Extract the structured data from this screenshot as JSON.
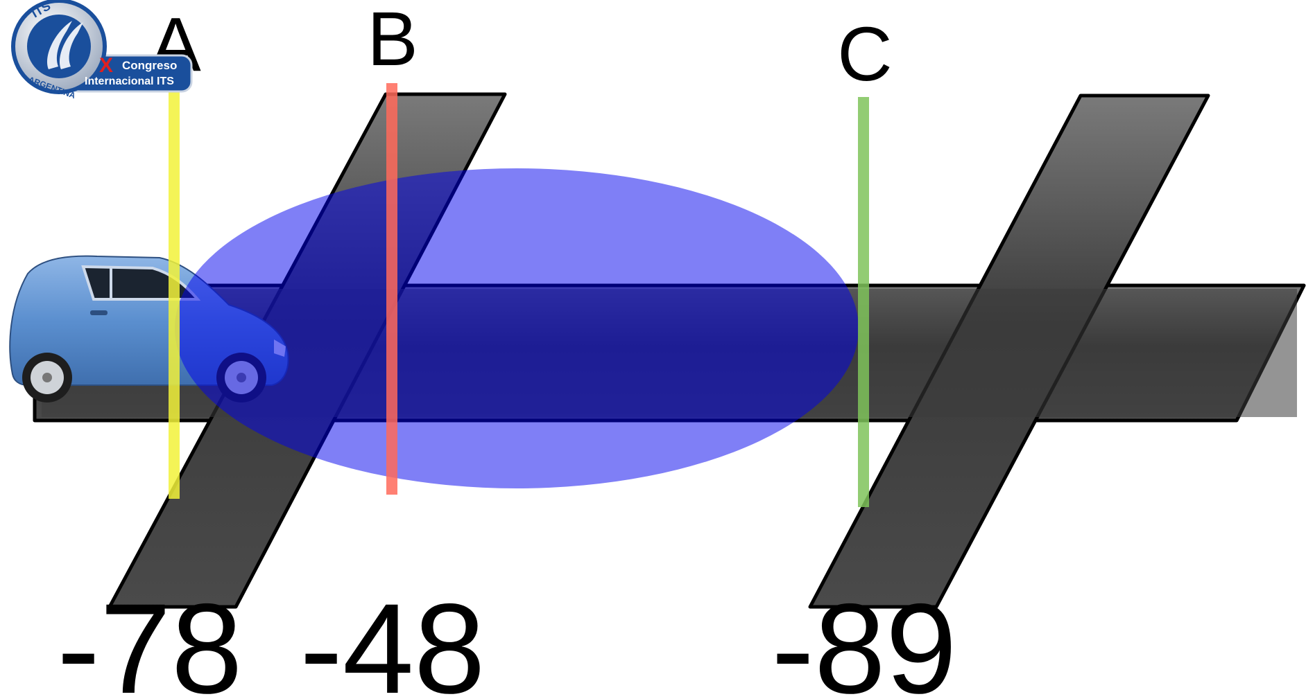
{
  "logo": {
    "ring_top_text": "ITS",
    "ring_bottom_text": "ARGENTINA",
    "x_mark": "X",
    "line1": "Congreso",
    "line2": "Internacional ITS"
  },
  "markers": [
    {
      "letter": "A",
      "value": "-78",
      "color": "#f2f23a"
    },
    {
      "letter": "B",
      "value": "-48",
      "color": "#ff6a5a"
    },
    {
      "letter": "C",
      "value": "-89",
      "color": "#7fc35a"
    }
  ],
  "colors": {
    "road": "#444444",
    "coverage_zone": "#0000ee",
    "car_body": "#5b8fcf"
  }
}
